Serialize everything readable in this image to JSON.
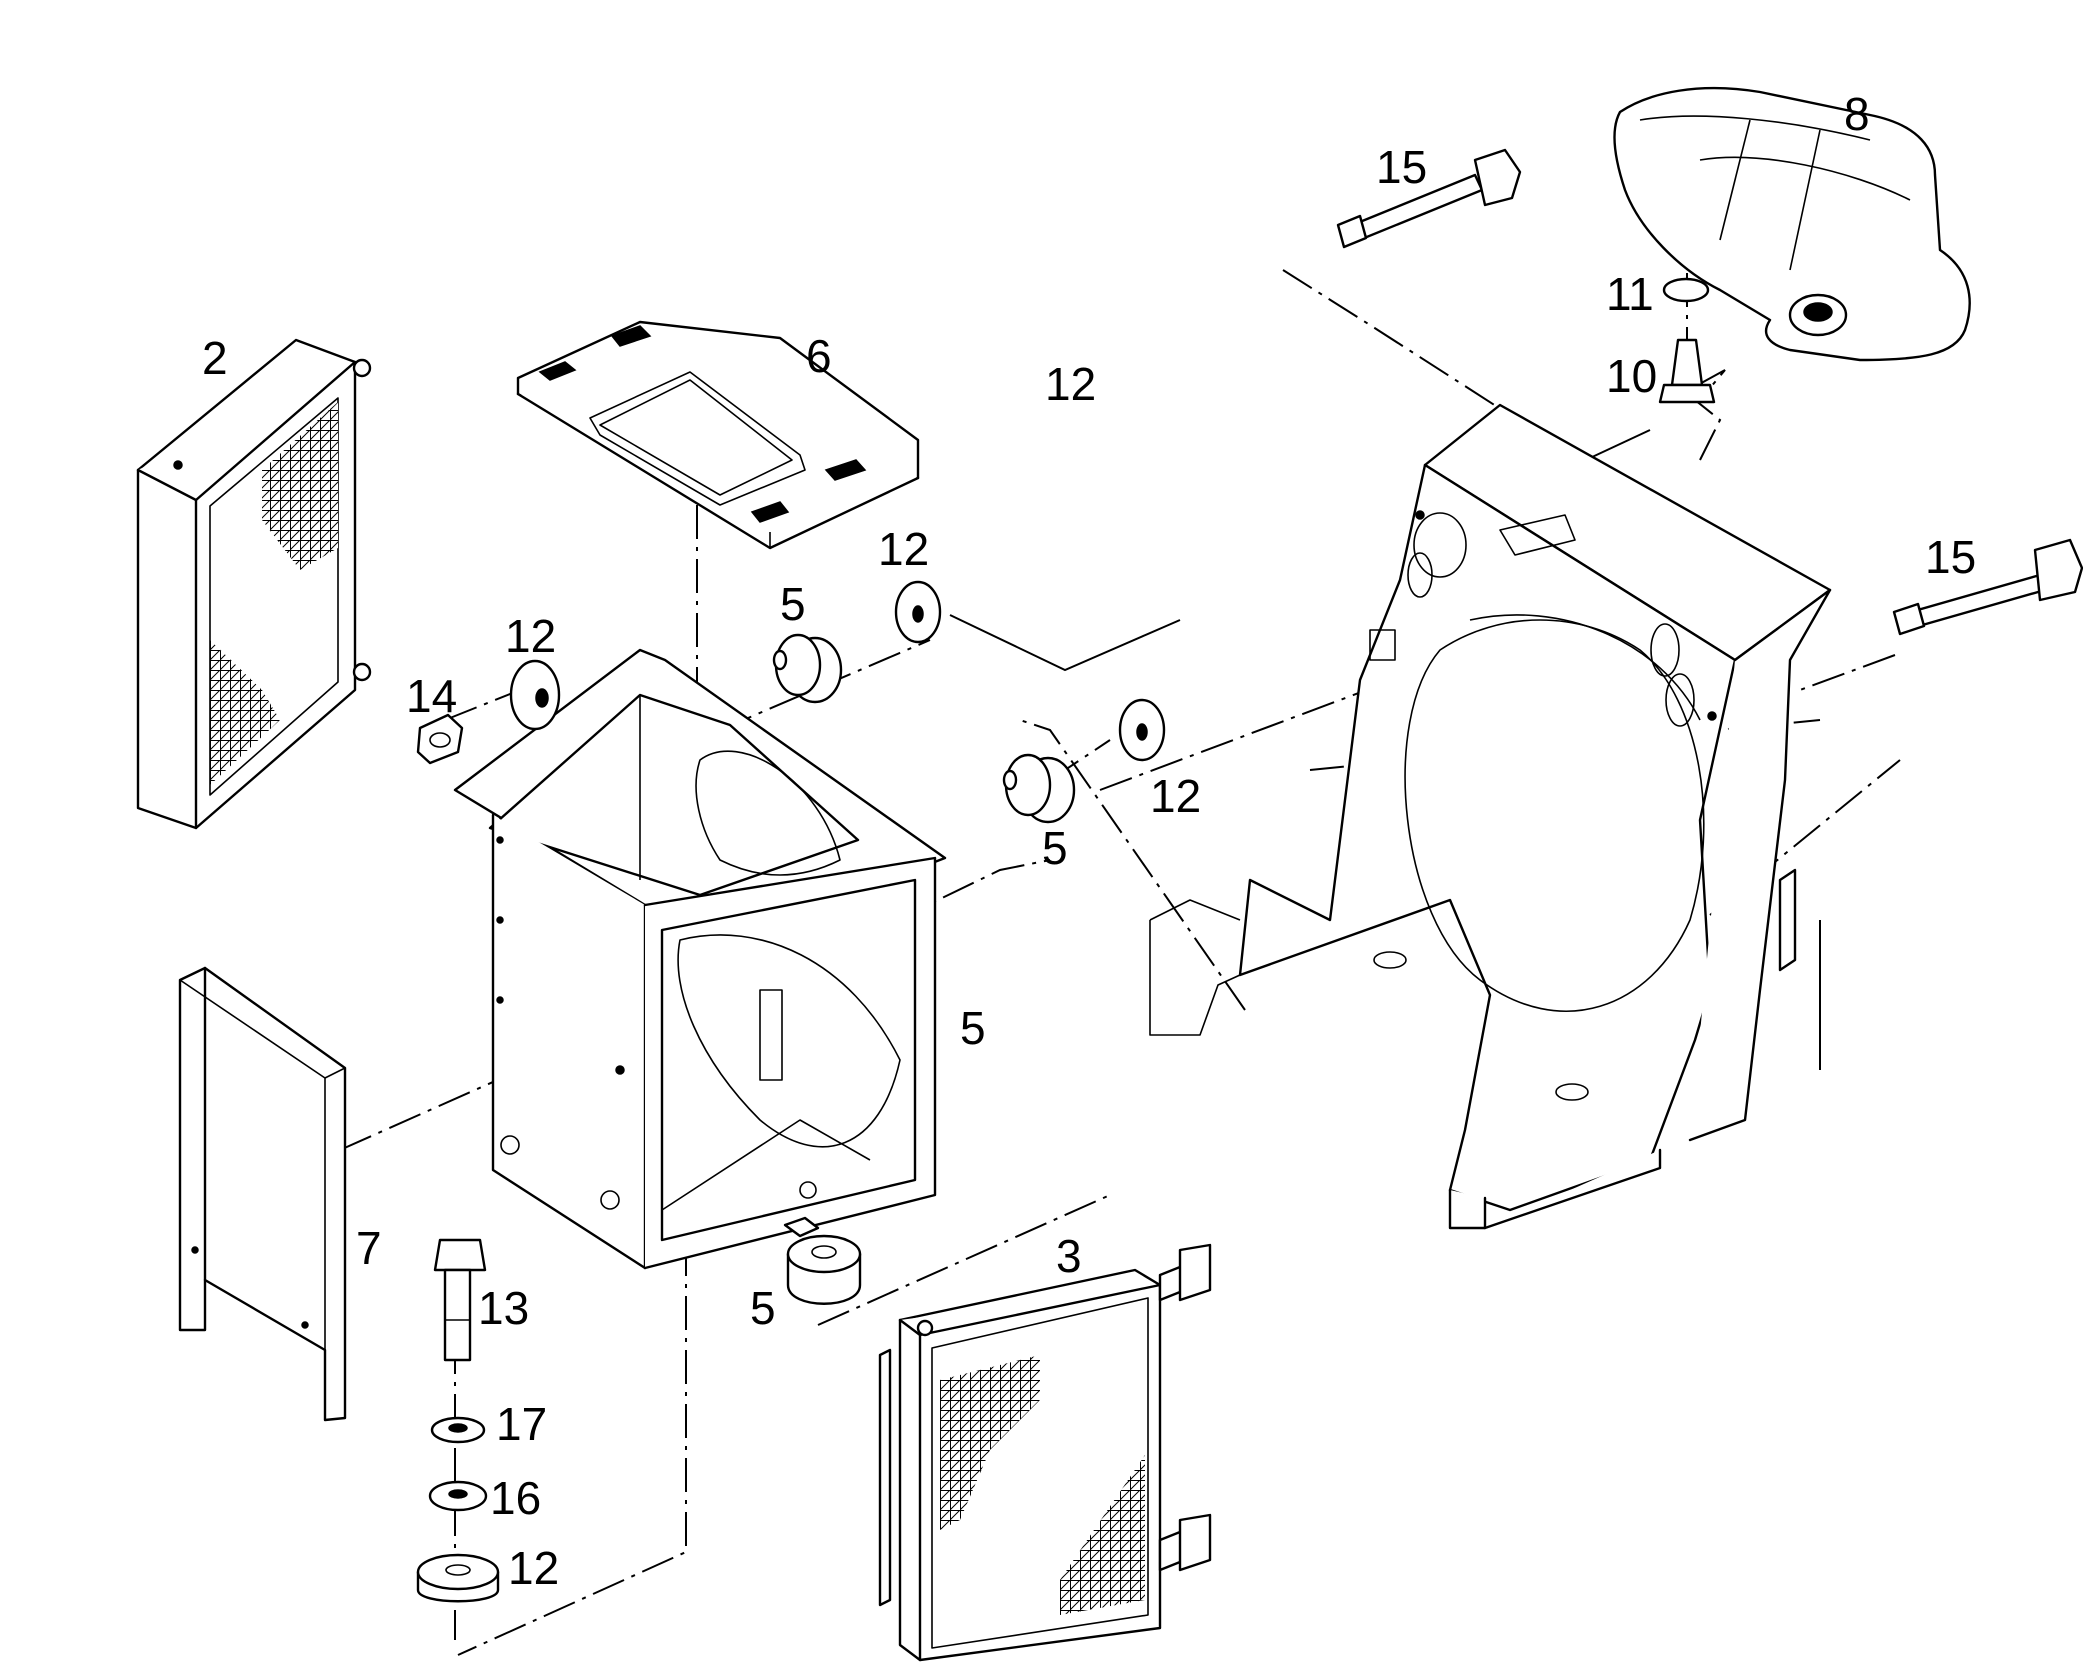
{
  "diagram": {
    "type": "exploded-parts-drawing",
    "background_color": "#ffffff",
    "line_color": "#000000"
  },
  "callouts": {
    "part_2": "2",
    "part_6": "6",
    "part_12_top": "12",
    "part_15_top": "15",
    "part_8": "8",
    "part_11": "11",
    "part_10": "10",
    "part_15_right": "15",
    "part_12_upper": "12",
    "part_5_upper": "5",
    "part_12_left": "12",
    "part_14": "14",
    "part_12_mid": "12",
    "part_5_mid": "5",
    "part_5_box": "5",
    "part_7": "7",
    "part_3": "3",
    "part_5_lower": "5",
    "part_13": "13",
    "part_17": "17",
    "part_16": "16",
    "part_12_bottom": "12"
  }
}
